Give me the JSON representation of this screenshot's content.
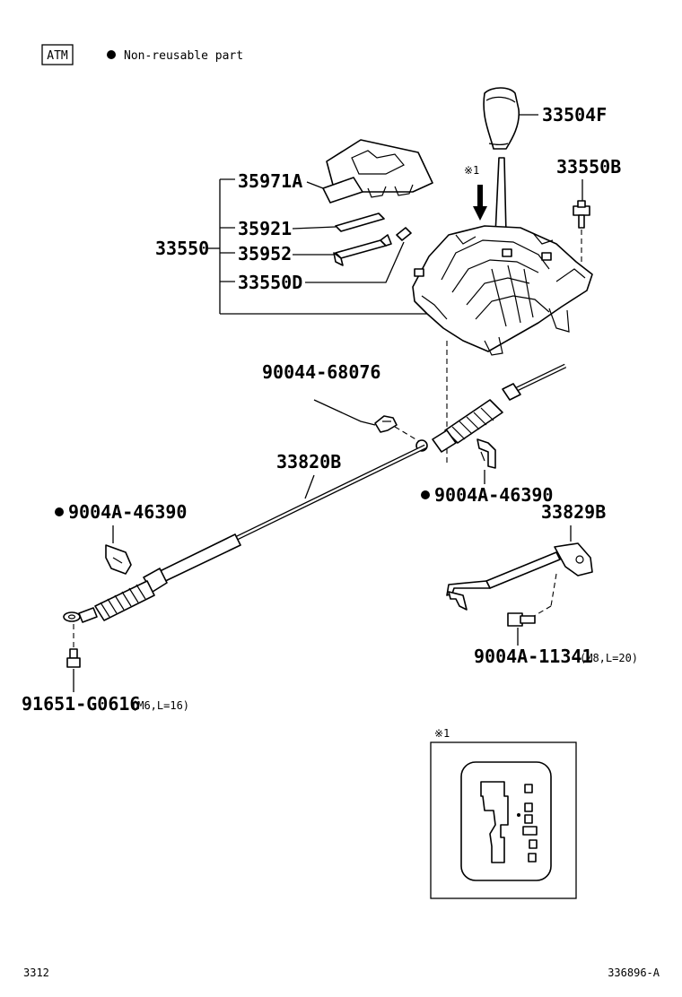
{
  "legend": {
    "box_label": "ATM",
    "dot_text": "Non-reusable part"
  },
  "labels": {
    "knob": "33504F",
    "bolt_top": "33550B",
    "cover": "35971A",
    "plate": "35921",
    "slider": "35952",
    "bracket": "33550D",
    "assembly": "33550",
    "clip": "90044-68076",
    "cable": "33820B",
    "clip_lock_right": "9004A-46390",
    "clip_lock_left": "9004A-46390",
    "lever_bracket": "33829B",
    "bolt_right": "9004A-11341",
    "bolt_right_spec": "(M8,L=20)",
    "bolt_left": "91651-G0616",
    "bolt_left_spec": "(M6,L=16)"
  },
  "reference": {
    "mark": "※1",
    "inset_mark": "※1"
  },
  "footer": {
    "page_code": "3312",
    "figure_id": "336896-A"
  },
  "colors": {
    "ink": "#000000",
    "paper": "#ffffff"
  }
}
